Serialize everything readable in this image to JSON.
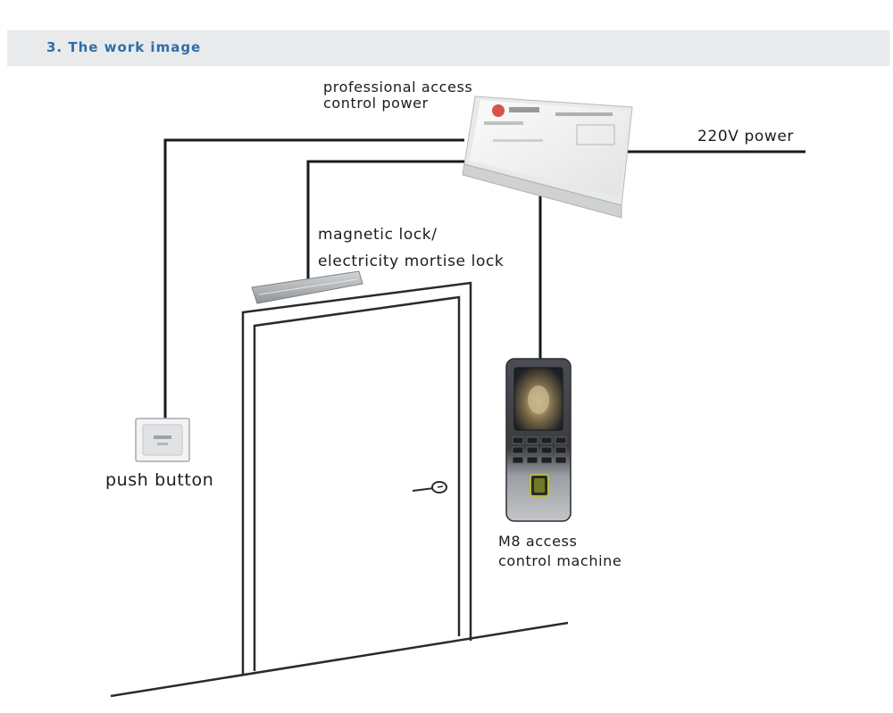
{
  "header": {
    "title": "3. The work image"
  },
  "labels": {
    "power_supply": [
      "professional access",
      "control power"
    ],
    "mains": "220V power",
    "lock": [
      "magnetic lock/",
      "electricity mortise lock"
    ],
    "push_button": "push button",
    "terminal": [
      "M8 access",
      "control machine"
    ]
  },
  "colors": {
    "header_background": "#e9eaec",
    "header_text": "#2f6ea8",
    "wire": "#1a1a1a",
    "text": "#1c1c1c"
  },
  "icons": {
    "power_supply": "power-supply-box",
    "lock": "magnetic-lock",
    "push_button": "exit-push-button",
    "terminal": "access-control-terminal",
    "door_handle": "door-handle-with-key"
  }
}
